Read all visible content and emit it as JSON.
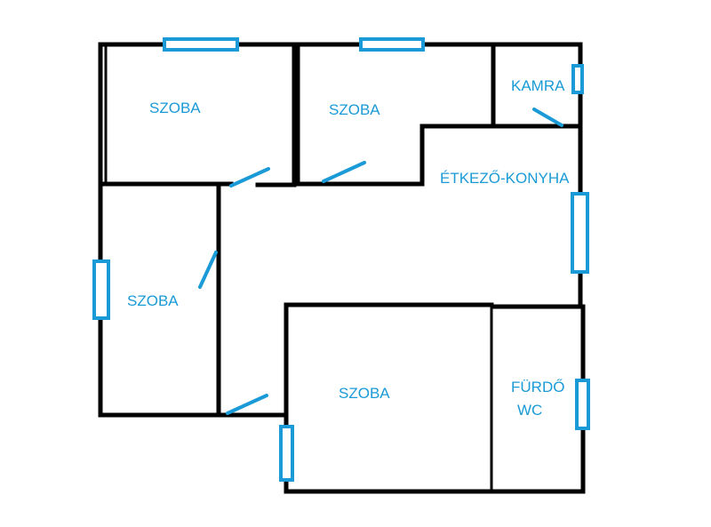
{
  "colors": {
    "wall": "#000000",
    "fixture": "#1a9ad6",
    "background": "#ffffff"
  },
  "rooms": {
    "room_top_left": "SZOBA",
    "room_top_middle": "SZOBA",
    "pantry": "KAMRA",
    "dining_kitchen": "ÉTKEZŐ-KONYHA",
    "room_left": "SZOBA",
    "room_bottom": "SZOBA",
    "bathroom_line1": "FÜRDŐ",
    "bathroom_line2": "WC"
  }
}
